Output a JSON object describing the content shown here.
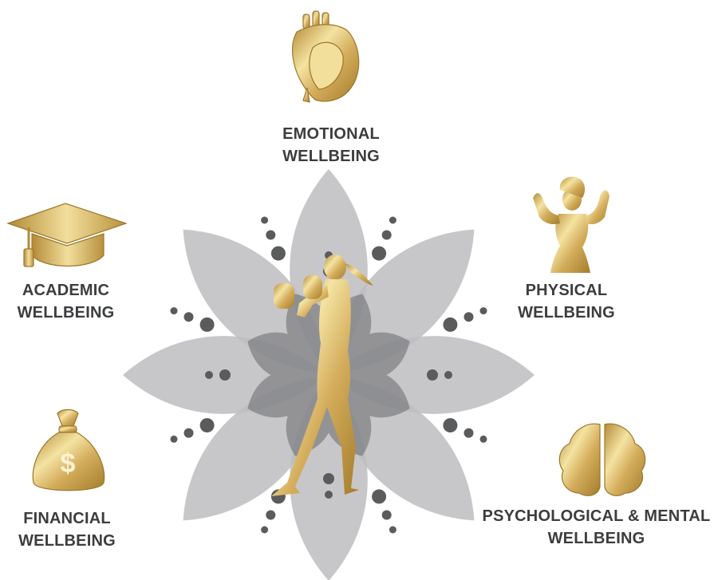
{
  "labels": {
    "emotional": {
      "line1": "EMOTIONAL",
      "line2": "WELLBEING"
    },
    "academic": {
      "line1": "ACADEMIC",
      "line2": "WELLBEING"
    },
    "physical": {
      "line1": "PHYSICAL",
      "line2": "WELLBEING"
    },
    "financial": {
      "line1": "FINANCIAL",
      "line2": "WELLBEING"
    },
    "psychological": {
      "line1": "PSYCHOLOGICAL & MENTAL",
      "line2": "WELLBEING"
    }
  },
  "icons": {
    "emotional": "anatomical-heart-icon",
    "academic": "graduation-cap-icon",
    "physical": "flexing-woman-icon",
    "financial": "money-bag-icon",
    "psychological": "brain-icon",
    "center": "boxer-woman-figure"
  },
  "colors": {
    "gold_light": "#f3e3a4",
    "gold_mid": "#d6b160",
    "gold_dark": "#a9822f",
    "petal_light": "#bdbdbf",
    "petal_overlap": "#8f8f92",
    "dots": "#5a5b5d",
    "text": "#3c3d3f"
  }
}
